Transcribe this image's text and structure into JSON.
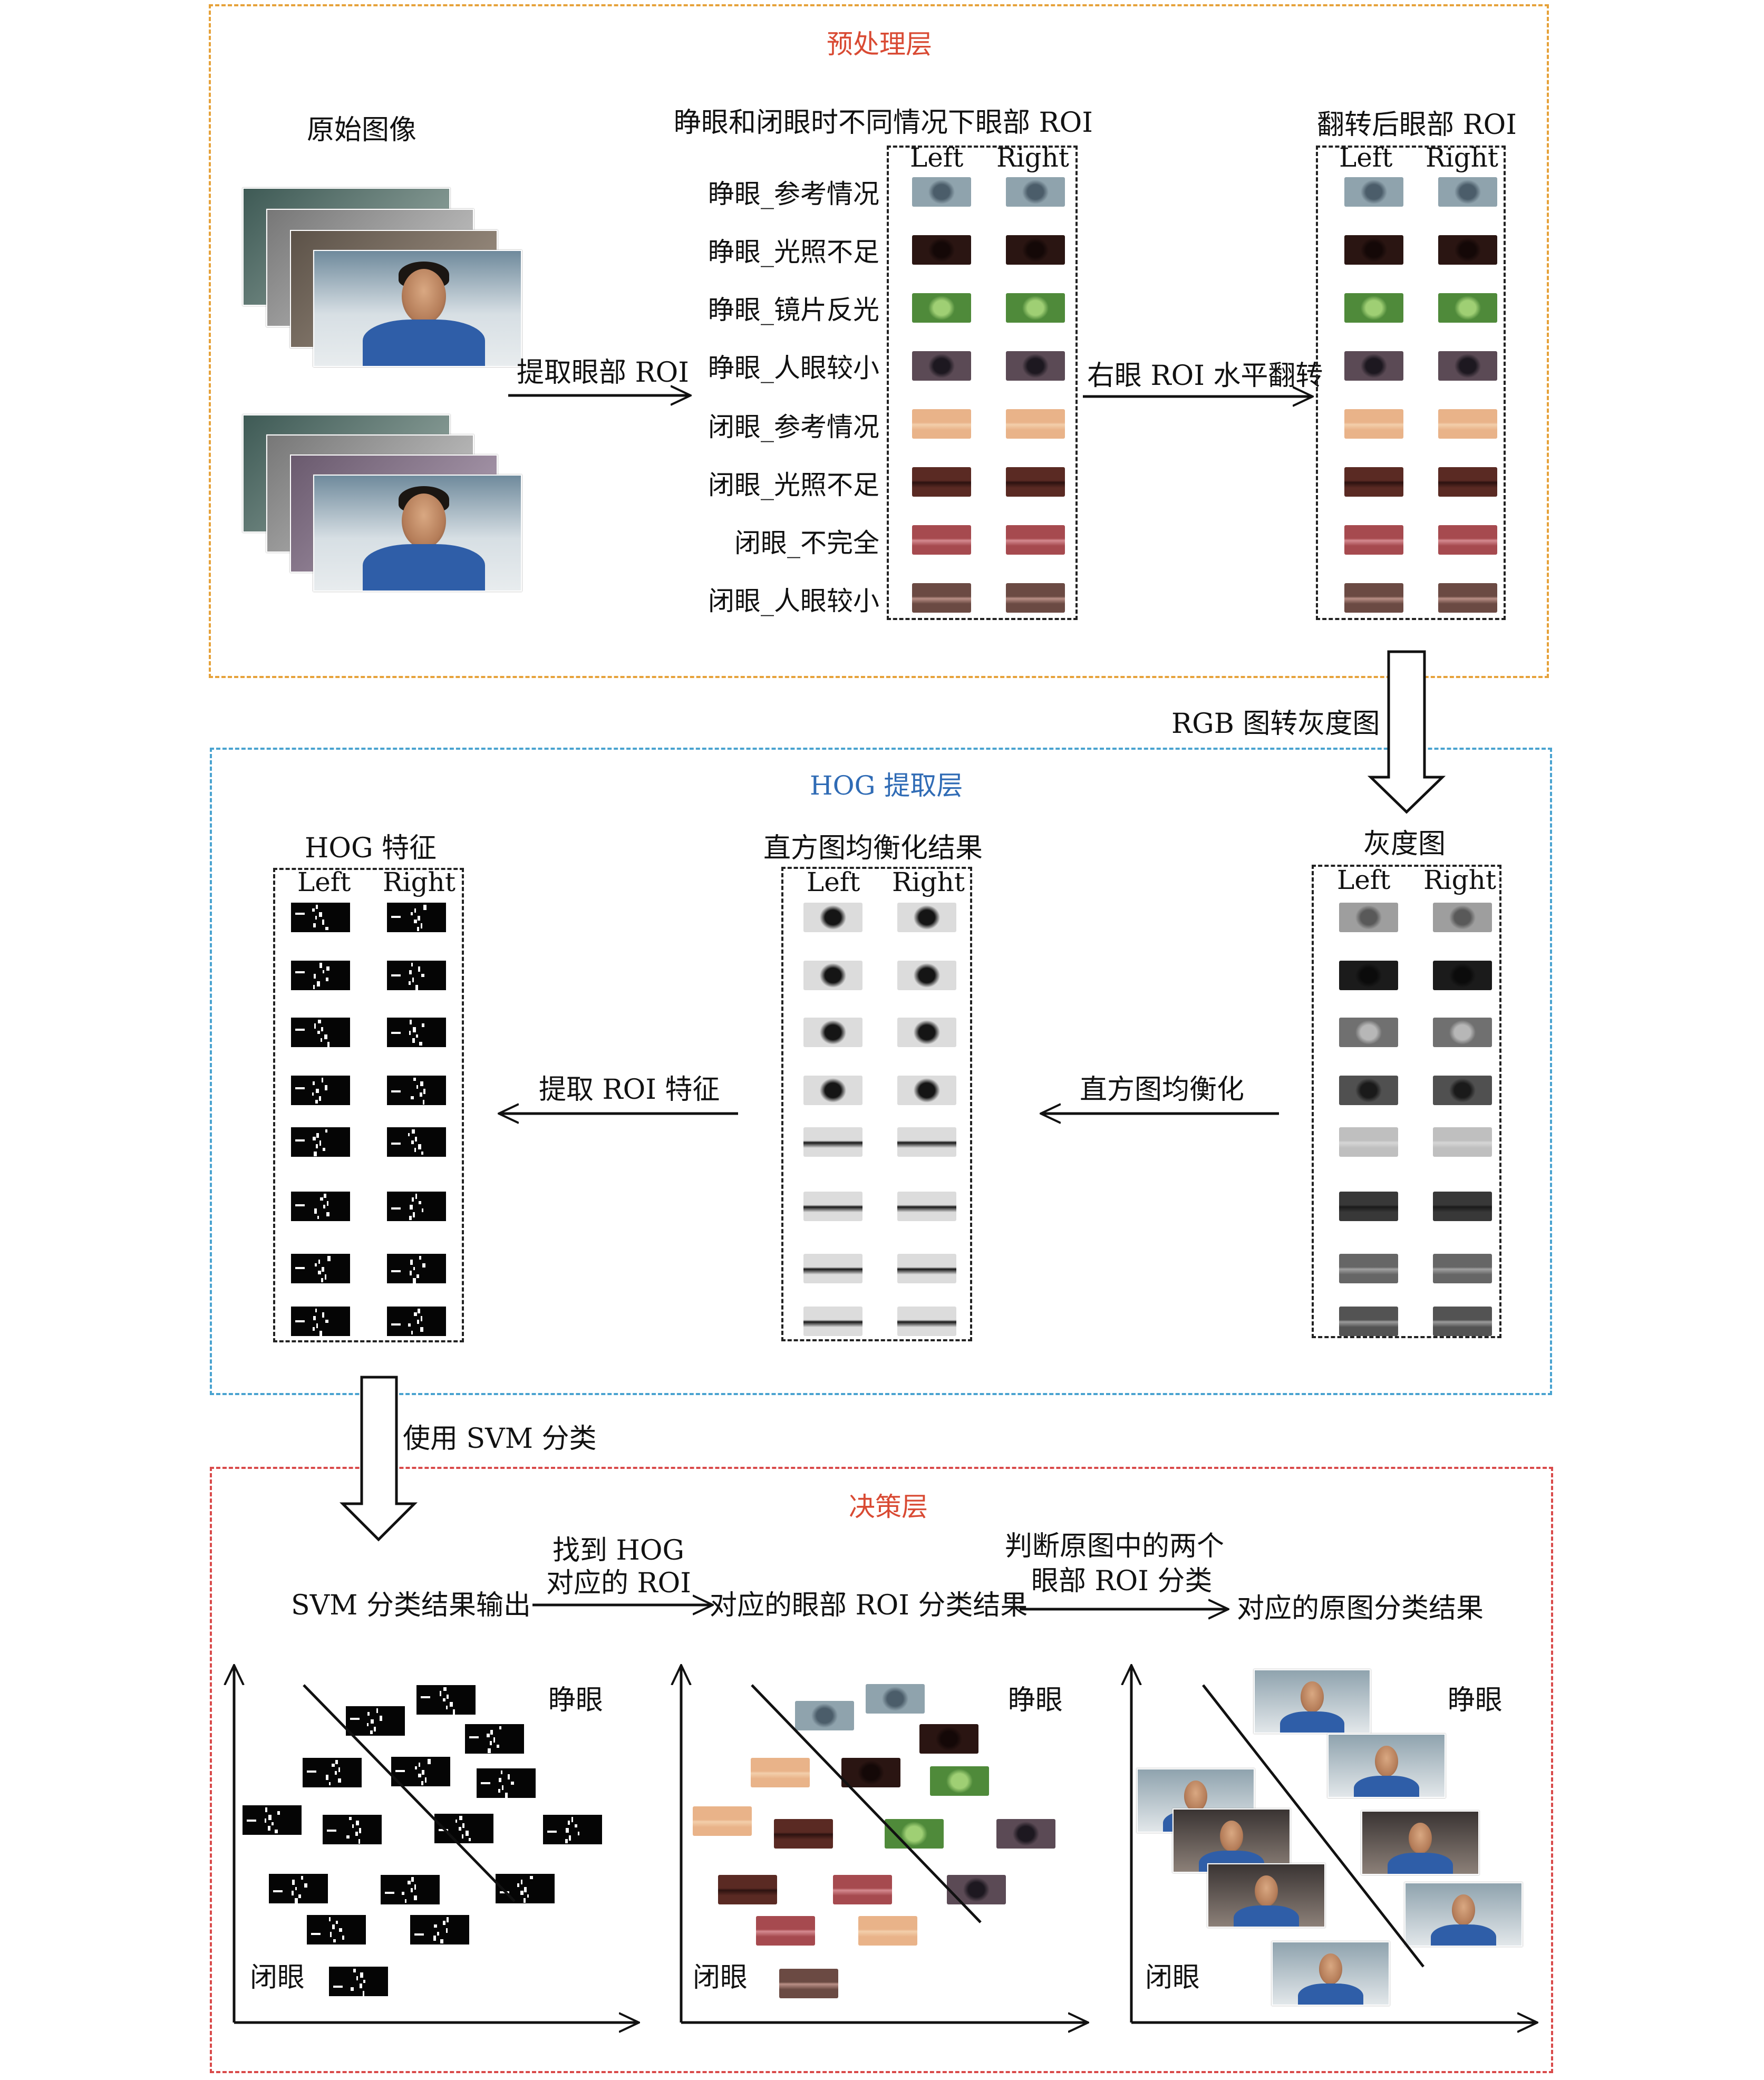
{
  "layers": {
    "preprocess": {
      "title": "预处理层",
      "color": "#e6a23a",
      "title_color": "#d94a33"
    },
    "hog": {
      "title": "HOG 提取层",
      "color": "#4aa3d0",
      "title_color": "#2f6bb5"
    },
    "decision": {
      "title": "决策层",
      "color": "#d94a4a",
      "title_color": "#d94a33"
    }
  },
  "preprocess": {
    "original_label": "原始图像",
    "roi_title": "睁眼和闭眼时不同情况下眼部 ROI",
    "flipped_title": "翻转后眼部 ROI",
    "extract_arrow_label": "提取眼部 ROI",
    "flip_arrow_label": "右眼 ROI 水平翻转",
    "left": "Left",
    "right": "Right",
    "rows": [
      "睁眼_参考情况",
      "睁眼_光照不足",
      "睁眼_镜片反光",
      "睁眼_人眼较小",
      "闭眼_参考情况",
      "闭眼_光照不足",
      "闭眼_不完全",
      "闭眼_人眼较小"
    ]
  },
  "transition1": {
    "label": "RGB 图转灰度图"
  },
  "hog": {
    "gray_title": "灰度图",
    "equalized_title": "直方图均衡化结果",
    "hog_title": "HOG 特征",
    "equalize_arrow_label": "直方图均衡化",
    "extract_arrow_label": "提取 ROI 特征",
    "left": "Left",
    "right": "Right"
  },
  "transition2": {
    "label": "使用 SVM 分类"
  },
  "decision": {
    "svm_output": "SVM 分类结果输出",
    "arrow1_line1": "找到 HOG",
    "arrow1_line2": "对应的 ROI",
    "roi_result": "对应的眼部 ROI 分类结果",
    "arrow2_line1": "判断原图中的两个",
    "arrow2_line2": "眼部 ROI 分类",
    "image_result": "对应的原图分类结果",
    "open_label": "睁眼",
    "closed_label": "闭眼"
  },
  "eye_colors": {
    "open_ref": [
      "#8fa3ad",
      "#4b5d6a"
    ],
    "open_dark": [
      "#2a1512",
      "#140807"
    ],
    "open_glare": [
      "#4f8a3a",
      "#9fcf74"
    ],
    "open_small": [
      "#5b4a55",
      "#1d1820"
    ],
    "closed_ref": [
      "#e9b389",
      "#f3cfab"
    ],
    "closed_dark": [
      "#5a2a23",
      "#2c1210"
    ],
    "closed_partial": [
      "#a64a4f",
      "#d58a90"
    ],
    "closed_small": [
      "#6b4a43",
      "#b98f86"
    ]
  }
}
